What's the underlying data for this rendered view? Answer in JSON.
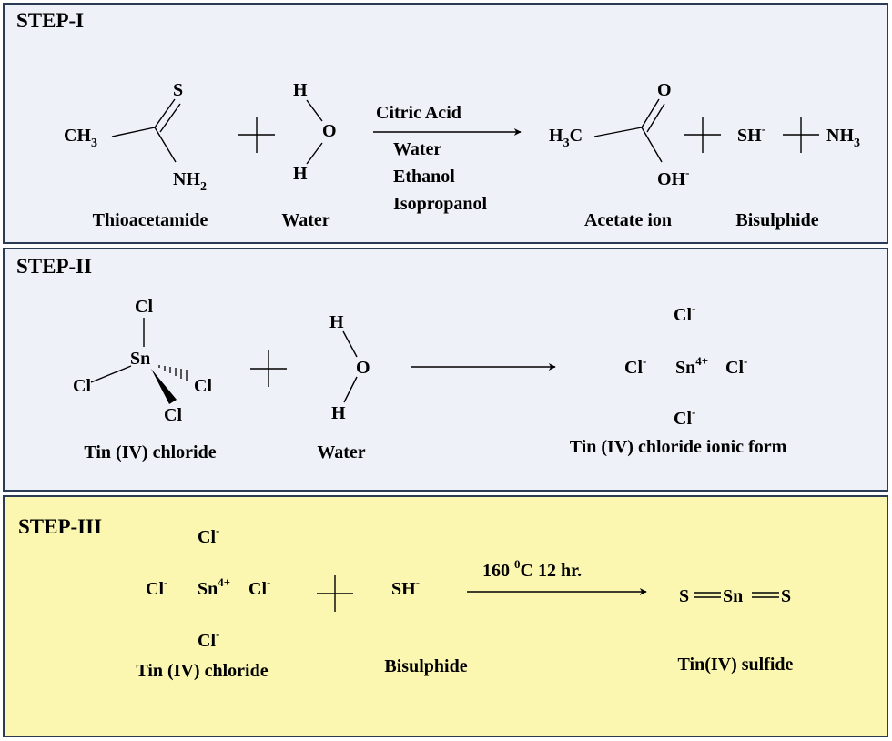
{
  "colors": {
    "panel_blue": "#eef1f8",
    "panel_yellow": "#fbf7b0",
    "border": "#2b3a55"
  },
  "step1": {
    "title": "STEP-I",
    "thioacetamide": {
      "ch": "CH",
      "ch_sub": "3",
      "s": "S",
      "nh": "NH",
      "nh_sub": "2",
      "label": "Thioacetamide"
    },
    "water": {
      "h_top": "H",
      "o": "O",
      "h_bottom": "H",
      "label": "Water"
    },
    "conditions": {
      "above": "Citric Acid",
      "below": [
        "Water",
        "Ethanol",
        "Isopropanol"
      ]
    },
    "acetate": {
      "h": "H",
      "h_sub": "3",
      "c": "C",
      "o": "O",
      "oh": "OH",
      "oh_sup": "-",
      "label": "Acetate ion"
    },
    "bisulphide": {
      "sh": "SH",
      "sh_sup": "-",
      "label": "Bisulphide"
    },
    "ammonia": {
      "nh": "NH",
      "nh_sub": "3"
    }
  },
  "step2": {
    "title": "STEP-II",
    "tin_chloride": {
      "sn": "Sn",
      "cl": "Cl",
      "label": "Tin (IV) chloride"
    },
    "water": {
      "h_top": "H",
      "o": "O",
      "h_bottom": "H",
      "label": "Water"
    },
    "ionic": {
      "cl": "Cl",
      "cl_sup": "-",
      "sn": "Sn",
      "sn_sup": "4+",
      "label": "Tin (IV) chloride ionic form"
    }
  },
  "step3": {
    "title": "STEP-III",
    "ionic": {
      "cl": "Cl",
      "cl_sup": "-",
      "sn": "Sn",
      "sn_sup": "4+",
      "label": "Tin (IV) chloride"
    },
    "bisulphide": {
      "sh": "SH",
      "sh_sup": "-",
      "label": "Bisulphide"
    },
    "conditions": {
      "temp": "160",
      "deg_sup": "0",
      "rest": "C 12 hr."
    },
    "product": {
      "s": "S",
      "sn": "Sn",
      "label": "Tin(IV) sulfide"
    }
  }
}
